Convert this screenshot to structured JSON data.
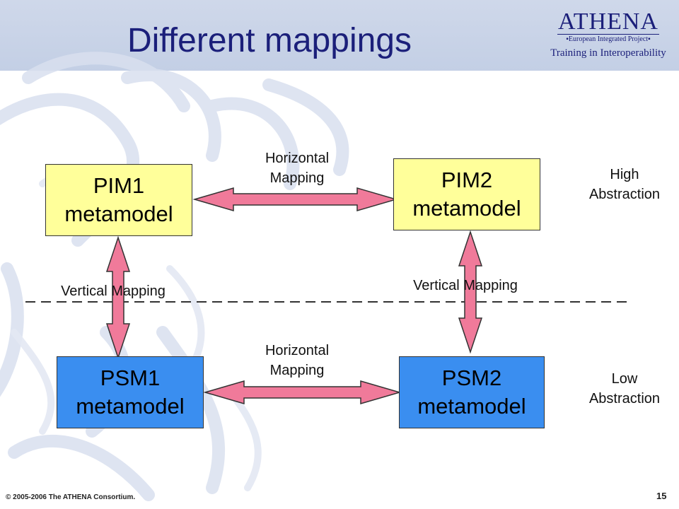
{
  "slide": {
    "title": "Different mappings",
    "page_number": "15",
    "copyright": "© 2005-2006 The ATHENA Consortium."
  },
  "logo": {
    "word": "ATHENA",
    "tagline": "▪European Integrated Project▪",
    "subtitle": "Training in Interoperability"
  },
  "boxes": {
    "pim1": {
      "line1": "PIM1",
      "line2": "metamodel"
    },
    "pim2": {
      "line1": "PIM2",
      "line2": "metamodel"
    },
    "psm1": {
      "line1": "PSM1",
      "line2": "metamodel"
    },
    "psm2": {
      "line1": "PSM2",
      "line2": "metamodel"
    }
  },
  "labels": {
    "horizontal_top": {
      "line1": "Horizontal",
      "line2": "Mapping"
    },
    "horizontal_bottom": {
      "line1": "Horizontal",
      "line2": "Mapping"
    },
    "vertical_left": "Vertical Mapping",
    "vertical_right": "Vertical Mapping",
    "high_abstraction": {
      "line1": "High",
      "line2": "Abstraction"
    },
    "low_abstraction": {
      "line1": "Low",
      "line2": "Abstraction"
    }
  },
  "colors": {
    "pim_fill": "#ffff9a",
    "psm_fill": "#3a8ef0",
    "arrow_fill": "#f07a9a",
    "title_color": "#1b1f7a",
    "header_band": "#c8d2e7"
  }
}
